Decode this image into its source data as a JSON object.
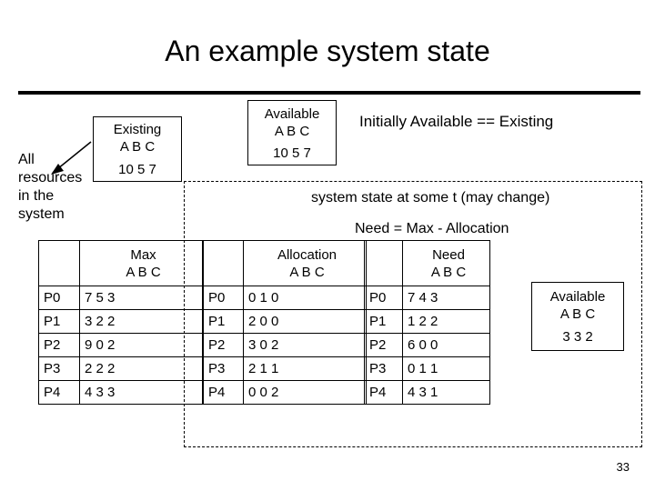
{
  "title": "An example system state",
  "existing": {
    "label": "Existing",
    "cols": "A B C",
    "values": "10 5 7"
  },
  "available_top": {
    "label": "Available",
    "cols": "A B C",
    "values": "10 5 7"
  },
  "initially_note": "Initially Available == Existing",
  "all_resources_label": [
    "All",
    "resources",
    "in the",
    "system"
  ],
  "system_state_note": "system state at some t (may change)",
  "need_formula": "Need = Max - Allocation",
  "max": {
    "label": "Max",
    "cols": "A B C",
    "rows": [
      {
        "process": "P0",
        "values": "7 5 3"
      },
      {
        "process": "P1",
        "values": "3 2 2"
      },
      {
        "process": "P2",
        "values": "9 0 2"
      },
      {
        "process": "P3",
        "values": "2 2 2"
      },
      {
        "process": "P4",
        "values": "4 3 3"
      }
    ]
  },
  "allocation": {
    "label": "Allocation",
    "cols": "A B C",
    "rows": [
      {
        "process": "P0",
        "values": "0 1 0"
      },
      {
        "process": "P1",
        "values": "2 0 0"
      },
      {
        "process": "P2",
        "values": "3 0 2"
      },
      {
        "process": "P3",
        "values": "2 1 1"
      },
      {
        "process": "P4",
        "values": "0 0 2"
      }
    ]
  },
  "need": {
    "label": "Need",
    "cols": "A B C",
    "rows": [
      {
        "process": "P0",
        "values": "7 4 3"
      },
      {
        "process": "P1",
        "values": "1 2 2"
      },
      {
        "process": "P2",
        "values": "6 0 0"
      },
      {
        "process": "P3",
        "values": "0 1 1"
      },
      {
        "process": "P4",
        "values": "4 3 1"
      }
    ]
  },
  "available_side": {
    "label": "Available",
    "cols": "A B C",
    "values": "3 3 2"
  },
  "page_number": "33"
}
